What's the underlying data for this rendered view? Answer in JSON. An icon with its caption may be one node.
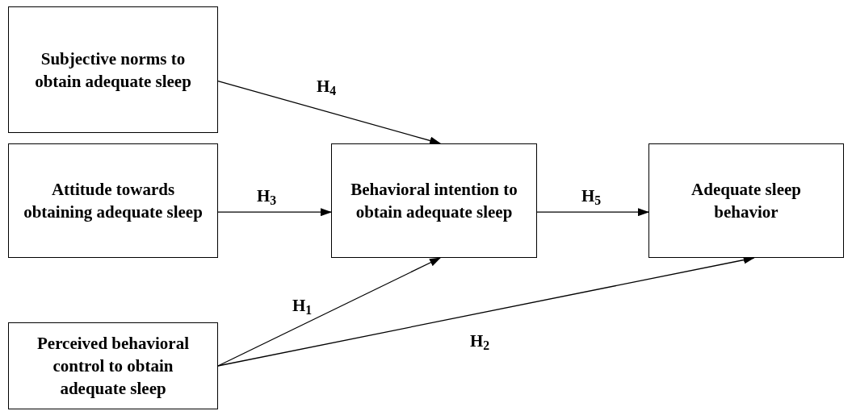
{
  "diagram": {
    "nodes": [
      {
        "text": [
          "Subjective norms to obtain adequate sleep"
        ]
      },
      {
        "text": [
          "Attitude towards obtaining adequate sleep"
        ]
      },
      {
        "text": [
          "Behavioral intention to obtain adequate sleep"
        ]
      },
      {
        "text": [
          "Adequate sleep behavior"
        ]
      },
      {
        "text": [
          "Perceived behavioral control to obtain adequate sleep"
        ]
      }
    ],
    "edges": [
      {
        "from": 0,
        "to": 2,
        "arrow": "to",
        "label": "H$_{4}$"
      },
      {
        "from": 1,
        "to": 2,
        "arrow": "to",
        "label": "H$_{3}$"
      },
      {
        "from": 2,
        "to": 3,
        "arrow": "to",
        "label": "H$_{5}$"
      },
      {
        "from": 4,
        "to": 2,
        "arrow": "to",
        "label": "H$_{1}$"
      },
      {
        "from": 4,
        "to": 3,
        "arrow": "to",
        "label": "H$_{2}$"
      }
    ]
  }
}
